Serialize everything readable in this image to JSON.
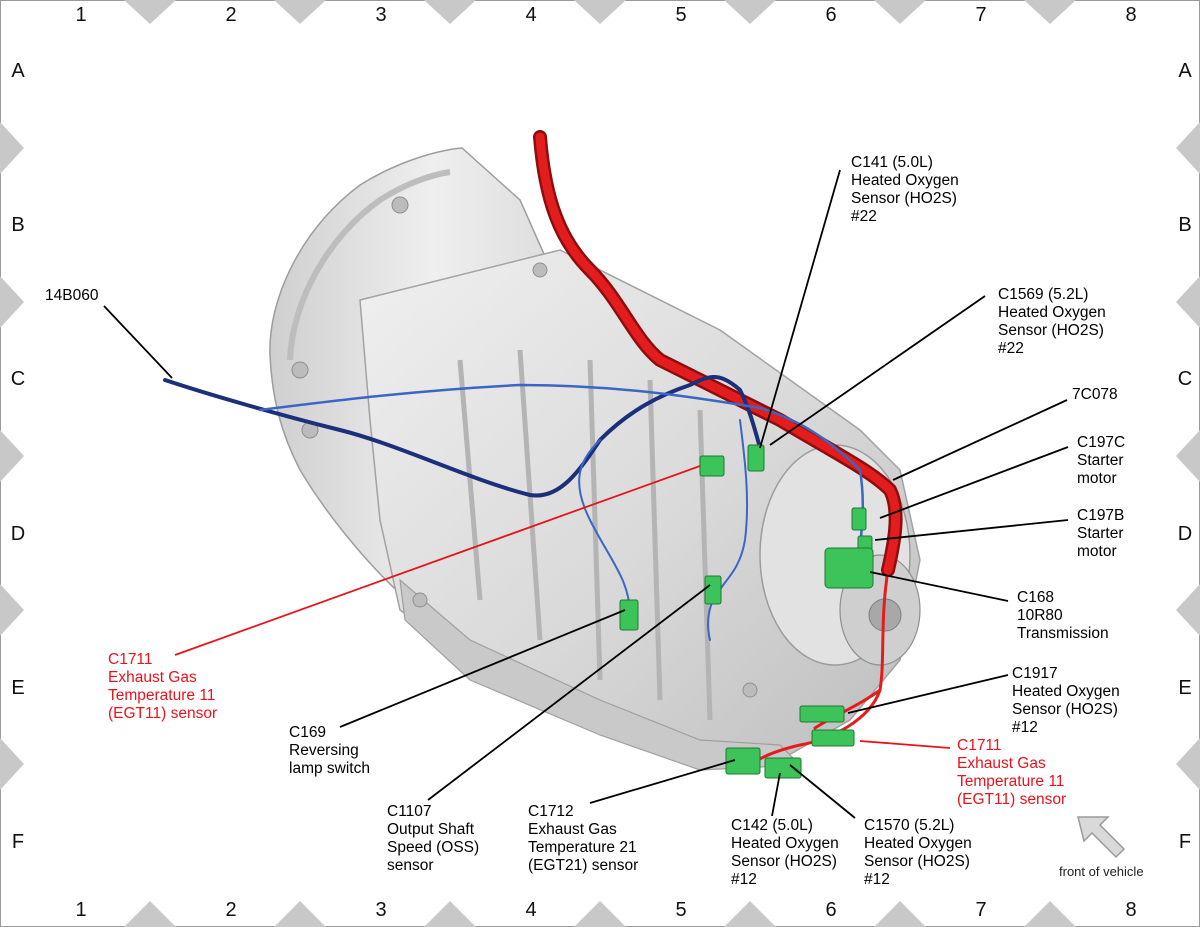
{
  "grid": {
    "columns": [
      "1",
      "2",
      "3",
      "4",
      "5",
      "6",
      "7",
      "8"
    ],
    "rows": [
      "A",
      "B",
      "C",
      "D",
      "E",
      "F"
    ]
  },
  "labels": {
    "c141": [
      "C141  (5.0L)",
      "Heated Oxygen",
      "Sensor (HO2S)",
      "#22"
    ],
    "c1569": [
      "C1569  (5.2L)",
      "Heated Oxygen",
      "Sensor (HO2S)",
      "#22"
    ],
    "l7c078": [
      "7C078"
    ],
    "c197c": [
      "C197C",
      "Starter",
      "motor"
    ],
    "c197b": [
      "C197B",
      "Starter",
      "motor"
    ],
    "c168": [
      "C168",
      "10R80",
      "Transmission"
    ],
    "c1917": [
      "C1917",
      "Heated Oxygen",
      "Sensor (HO2S)",
      "#12"
    ],
    "c1711_right": [
      "C1711",
      "Exhaust Gas",
      "Temperature 11",
      "(EGT11) sensor"
    ],
    "c1711_left": [
      "C1711",
      "Exhaust Gas",
      "Temperature 11",
      "(EGT11) sensor"
    ],
    "l14b060": [
      "14B060"
    ],
    "c169": [
      "C169",
      "Reversing",
      "lamp switch"
    ],
    "c1107": [
      "C1107",
      "Output Shaft",
      "Speed (OSS)",
      "sensor"
    ],
    "c1712": [
      "C1712",
      "Exhaust Gas",
      "Temperature 21",
      "(EGT21) sensor"
    ],
    "c142": [
      "C142  (5.0L)",
      "Heated Oxygen",
      "Sensor (HO2S)",
      "#12"
    ],
    "c1570": [
      "C1570  (5.2L)",
      "Heated Oxygen",
      "Sensor (HO2S)",
      "#12"
    ]
  },
  "front_label": "front of vehicle",
  "colors": {
    "red_callout": "#e8141c",
    "harness_red": "#d81818",
    "harness_blue": "#1f3f9a",
    "connector_green": "#3cc35a",
    "transmission_body": "#dcdcdc"
  }
}
